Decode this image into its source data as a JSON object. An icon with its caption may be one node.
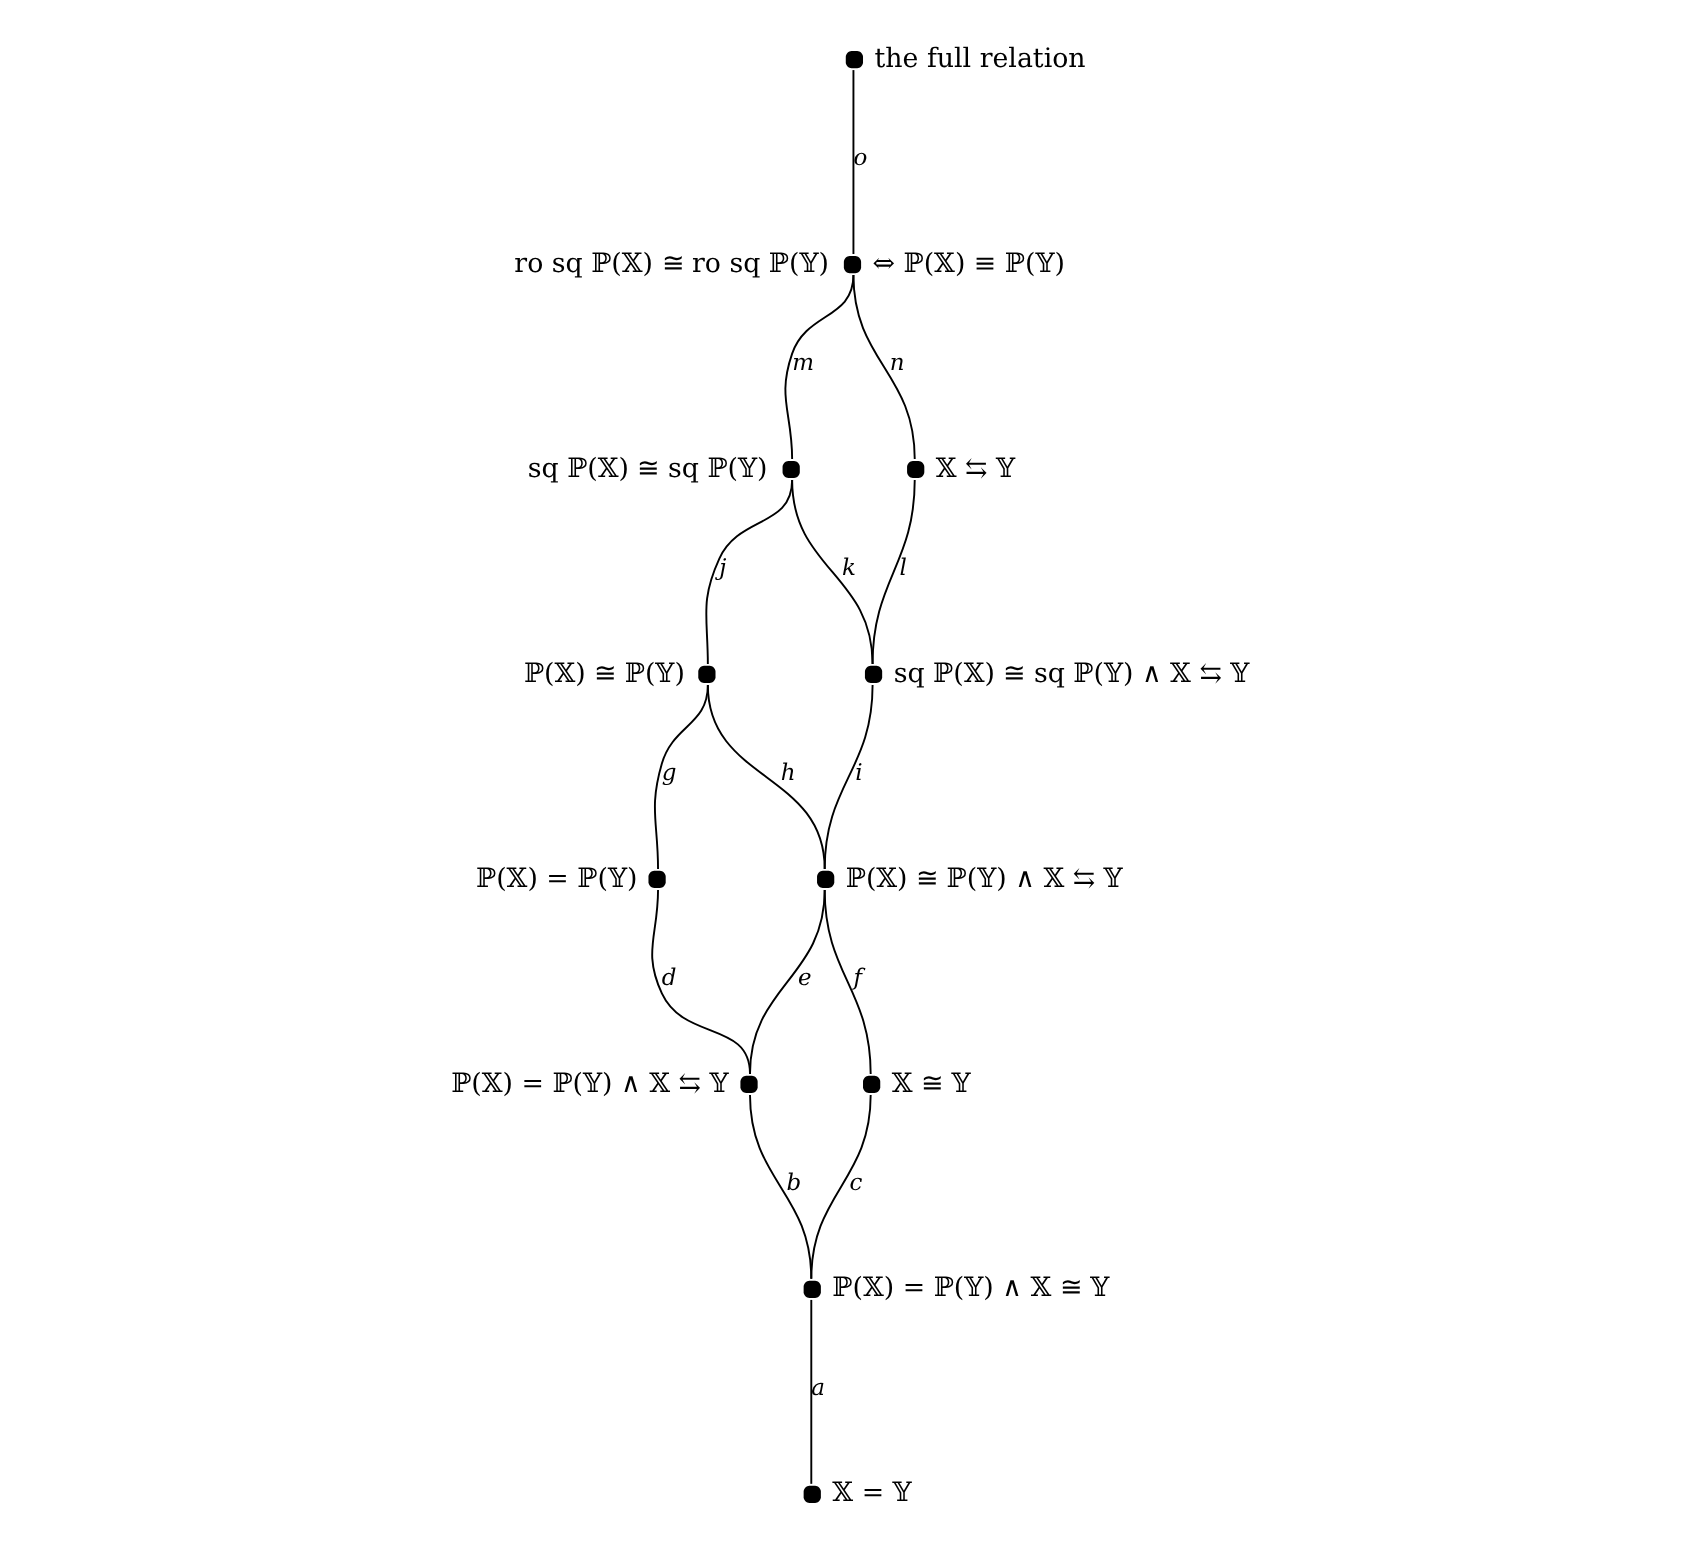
{
  "diagram": {
    "nodes": [
      {
        "text": [],
        "shape": "circle",
        "beside": [
          "the full relation"
        ]
      },
      {
        "text": [],
        "shape": "circle",
        "beside": [
          "ro sq ℙ(𝕏) ≅ ro sq ℙ(𝕐)",
          "⇔ ℙ(𝕏) ≡ ℙ(𝕐)"
        ]
      },
      {
        "text": [],
        "shape": "circle",
        "beside": [
          "sq ℙ(𝕏) ≅ sq ℙ(𝕐)"
        ]
      },
      {
        "text": [],
        "shape": "circle",
        "beside": [
          "𝕏 ⇆ 𝕐"
        ]
      },
      {
        "text": [],
        "shape": "circle",
        "beside": [
          "ℙ(𝕏) ≅ ℙ(𝕐)"
        ]
      },
      {
        "text": [],
        "shape": "circle",
        "beside": [
          "sq ℙ(𝕏) ≅ sq ℙ(𝕐) ∧ 𝕏 ⇆ 𝕐"
        ]
      },
      {
        "text": [],
        "shape": "circle",
        "beside": [
          "ℙ(𝕏) = ℙ(𝕐)"
        ]
      },
      {
        "text": [],
        "shape": "circle",
        "beside": [
          "ℙ(𝕏) ≅ ℙ(𝕐) ∧ 𝕏 ⇆ 𝕐"
        ]
      },
      {
        "text": [],
        "shape": "circle",
        "beside": [
          "ℙ(𝕏) = ℙ(𝕐) ∧ 𝕏 ⇆ 𝕐"
        ]
      },
      {
        "text": [],
        "shape": "circle",
        "beside": [
          "𝕏 ≅ 𝕐"
        ]
      },
      {
        "text": [],
        "shape": "circle",
        "beside": [
          "ℙ(𝕏) = ℙ(𝕐) ∧ 𝕏 ≅ 𝕐"
        ]
      },
      {
        "text": [],
        "shape": "circle",
        "beside": [
          "𝕏 = 𝕐"
        ]
      }
    ],
    "edges": [
      {
        "from": 0,
        "to": 1,
        "arrow": "none",
        "label": "o"
      },
      {
        "from": 1,
        "to": 2,
        "arrow": "none",
        "label": "m"
      },
      {
        "from": 1,
        "to": 3,
        "arrow": "none",
        "label": "n"
      },
      {
        "from": 2,
        "to": 4,
        "arrow": "none",
        "label": "j"
      },
      {
        "from": 2,
        "to": 5,
        "arrow": "none",
        "label": "k"
      },
      {
        "from": 3,
        "to": 5,
        "arrow": "none",
        "label": "l"
      },
      {
        "from": 4,
        "to": 6,
        "arrow": "none",
        "label": "g"
      },
      {
        "from": 4,
        "to": 7,
        "arrow": "none",
        "label": "h"
      },
      {
        "from": 5,
        "to": 7,
        "arrow": "none",
        "label": "i"
      },
      {
        "from": 6,
        "to": 8,
        "arrow": "none",
        "label": "d"
      },
      {
        "from": 7,
        "to": 8,
        "arrow": "none",
        "label": "e"
      },
      {
        "from": 7,
        "to": 9,
        "arrow": "none",
        "label": "f"
      },
      {
        "from": 8,
        "to": 10,
        "arrow": "none",
        "label": "b"
      },
      {
        "from": 9,
        "to": 10,
        "arrow": "none",
        "label": "c"
      },
      {
        "from": 10,
        "to": 11,
        "arrow": "none",
        "label": "a"
      }
    ]
  }
}
